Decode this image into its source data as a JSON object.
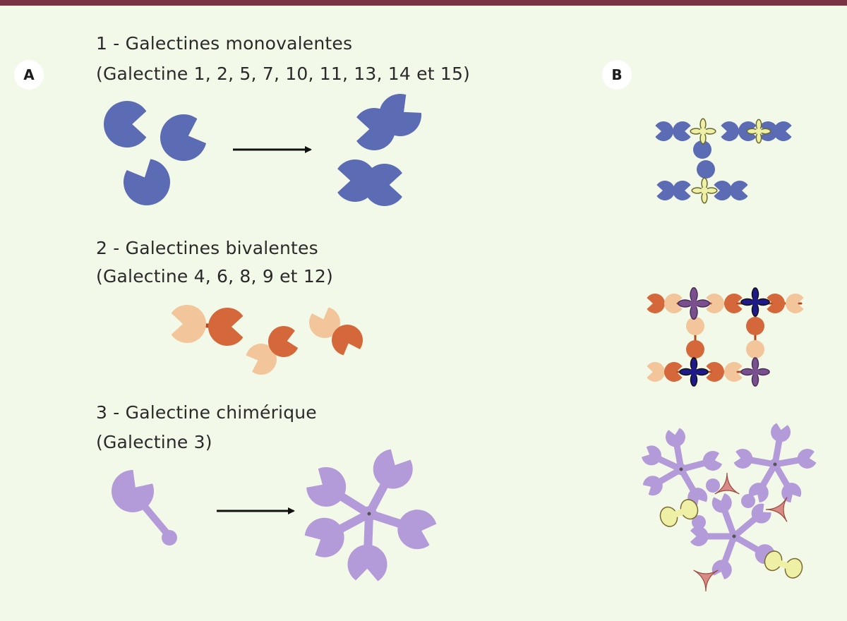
{
  "panels": {
    "a": "A",
    "b": "B"
  },
  "sections": [
    {
      "title": "1 - Galectines monovalentes",
      "subtitle": "(Galectine 1, 2, 5, 7, 10, 11, 13, 14 et 15)"
    },
    {
      "title": "2 - Galectines bivalentes",
      "subtitle": "(Galectine 4, 6, 8, 9 et 12)"
    },
    {
      "title": "3 - Galectine chimérique",
      "subtitle": "(Galectine 3)"
    }
  ],
  "colors": {
    "background": "#f3f9e8",
    "top_bar": "#7a3340",
    "monovalent": "#5b6bb4",
    "bivalent_dark": "#d4683a",
    "bivalent_light": "#f2c69a",
    "bivalent_linker": "#b34a1e",
    "chimeric": "#b39ad8",
    "ligand_yellow": "#eef0a6",
    "ligand_violet": "#7a4f8e",
    "ligand_navy": "#1f1a8a",
    "ligand_pink": "#d98a86",
    "arrow": "#111111"
  }
}
